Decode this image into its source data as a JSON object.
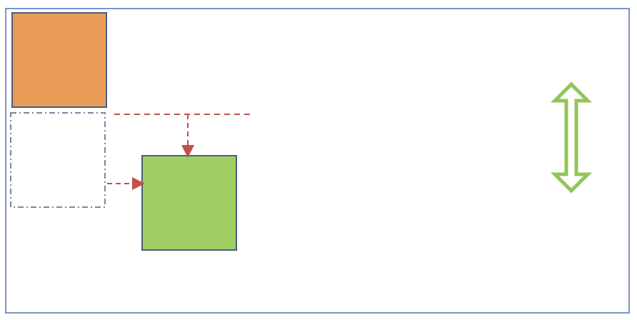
{
  "colors": {
    "frame_border": "#7b93c6",
    "orange_fill": "#e99c58",
    "green_fill": "#a0ce63",
    "box_border": "#4b5e7e",
    "placeholder_border": "#4b5e7e",
    "connector": "#c0504d",
    "double_arrow_stroke": "#92c557"
  },
  "shapes": {
    "orange_box": {
      "kind": "solid-square"
    },
    "placeholder_box": {
      "kind": "dash-dot-outline-square"
    },
    "green_box": {
      "kind": "solid-square"
    }
  },
  "connectors": [
    {
      "kind": "dashed-arrow",
      "from": "placeholder_box",
      "to": "green_box",
      "direction": "right"
    },
    {
      "kind": "dashed-guide-with-arrow",
      "to": "green_box",
      "direction": "down"
    }
  ],
  "double_arrow": {
    "kind": "vertical-double-arrow",
    "icon": "up-down-arrow-icon"
  }
}
